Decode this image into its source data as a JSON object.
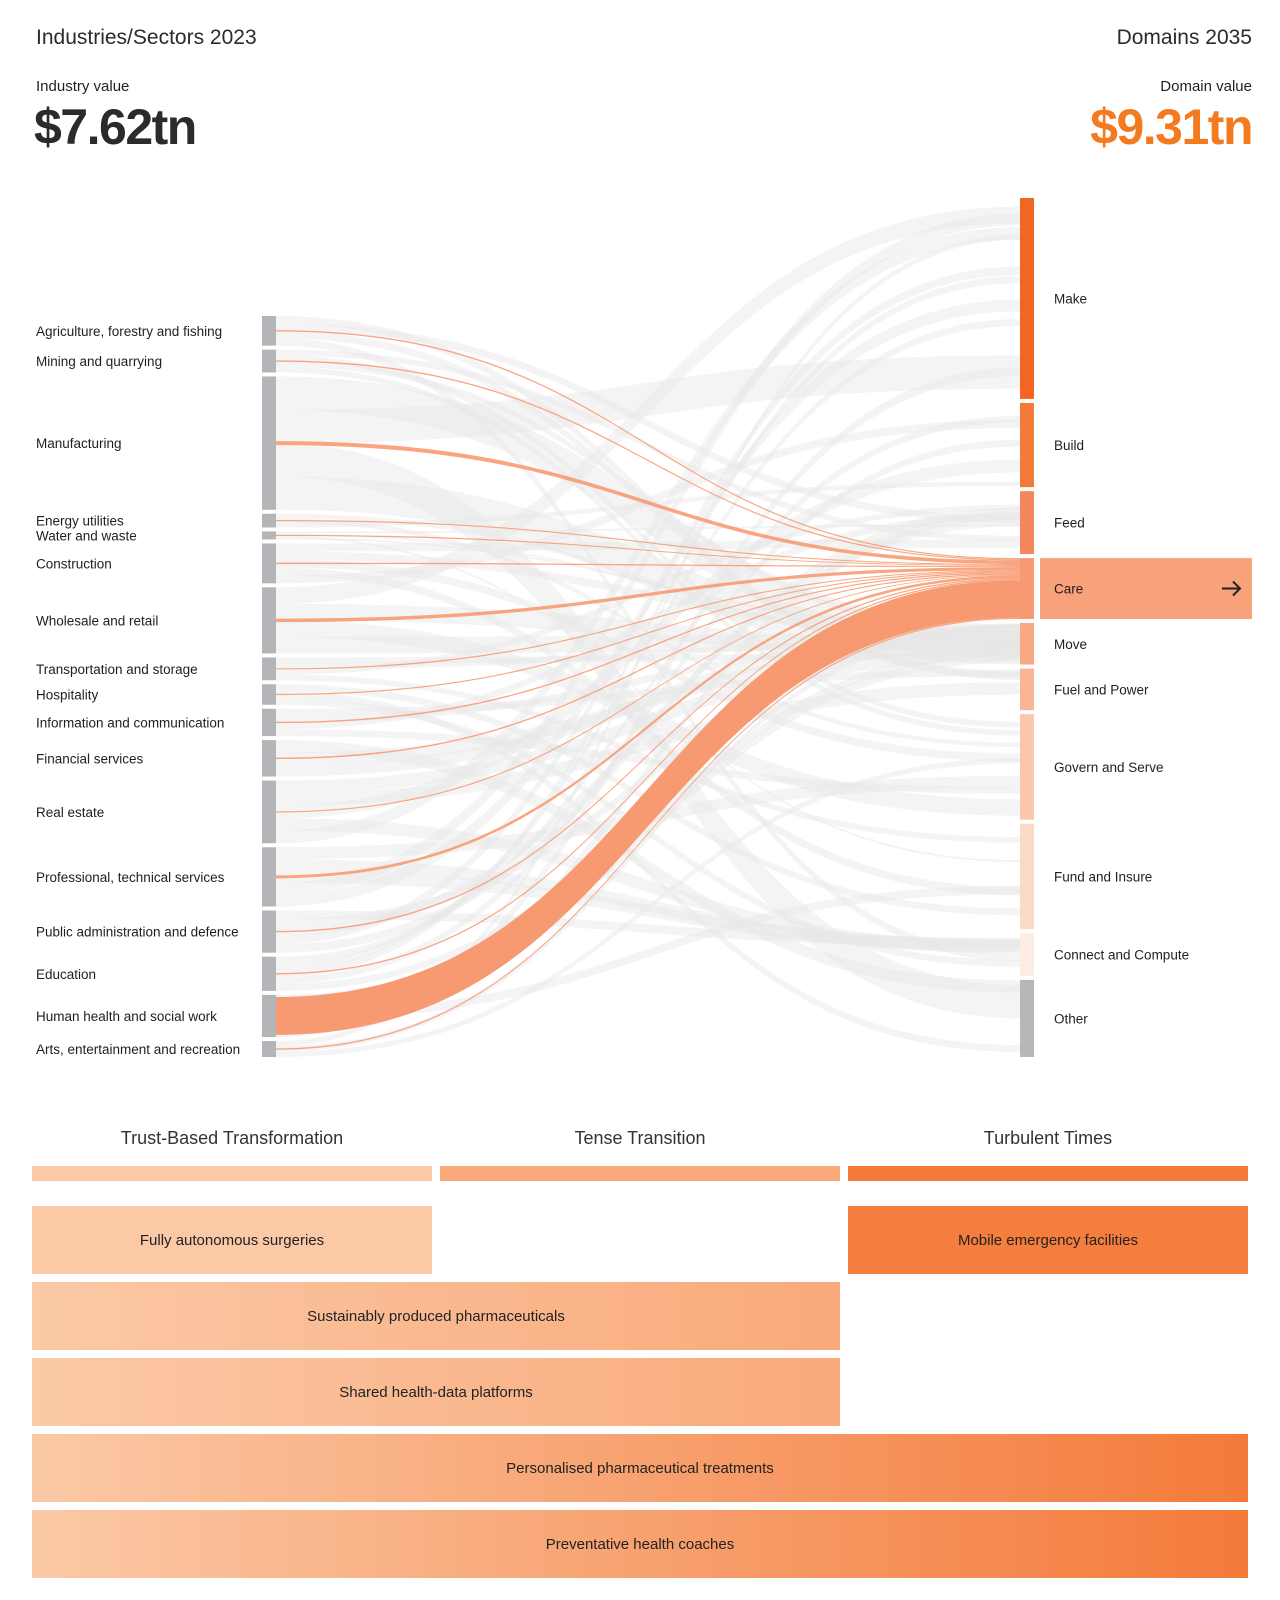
{
  "header": {
    "left_title": "Industries/Sectors 2023",
    "right_title": "Domains 2035",
    "left_value_label": "Industry value",
    "left_value": "$7.62tn",
    "right_value_label": "Domain value",
    "right_value": "$9.31tn"
  },
  "colors": {
    "accent": "#f47a20",
    "link_grey": "#e6e6e6",
    "highlight_link": "#f7956a",
    "source_node": "#b3b5b8"
  },
  "chart_data": {
    "type": "sankey",
    "selected_target": "Care",
    "sources": [
      {
        "label": "Agriculture, forestry and fishing",
        "weight": 0.26
      },
      {
        "label": "Mining and quarrying",
        "weight": 0.2
      },
      {
        "label": "Manufacturing",
        "weight": 1.17
      },
      {
        "label": "Energy utilities",
        "weight": 0.12
      },
      {
        "label": "Water and waste",
        "weight": 0.07
      },
      {
        "label": "Construction",
        "weight": 0.35
      },
      {
        "label": "Wholesale and retail",
        "weight": 0.58
      },
      {
        "label": "Transportation and storage",
        "weight": 0.2
      },
      {
        "label": "Hospitality",
        "weight": 0.18
      },
      {
        "label": "Information and communication",
        "weight": 0.24
      },
      {
        "label": "Financial services",
        "weight": 0.32
      },
      {
        "label": "Real estate",
        "weight": 0.55
      },
      {
        "label": "Professional, technical services",
        "weight": 0.52
      },
      {
        "label": "Public administration and defence",
        "weight": 0.37
      },
      {
        "label": "Education",
        "weight": 0.3
      },
      {
        "label": "Human health and social work",
        "weight": 0.37
      },
      {
        "label": "Arts, entertainment and recreation",
        "weight": 0.14
      }
    ],
    "targets": [
      {
        "label": "Make",
        "weight": 1.98,
        "color": "#f26522"
      },
      {
        "label": "Build",
        "weight": 0.83,
        "color": "#f47a3a"
      },
      {
        "label": "Feed",
        "weight": 0.62,
        "color": "#f5855a"
      },
      {
        "label": "Care",
        "weight": 0.6,
        "color": "#f79a73"
      },
      {
        "label": "Move",
        "weight": 0.41,
        "color": "#f8a883"
      },
      {
        "label": "Fuel and Power",
        "weight": 0.41,
        "color": "#f9b596"
      },
      {
        "label": "Govern and Serve",
        "weight": 1.04,
        "color": "#fac7ad"
      },
      {
        "label": "Fund and Insure",
        "weight": 1.04,
        "color": "#fcdac8"
      },
      {
        "label": "Connect and Compute",
        "weight": 0.42,
        "color": "#fdece2"
      },
      {
        "label": "Other",
        "weight": 0.76,
        "color": "#b6b7b9"
      }
    ],
    "care_flows": [
      0.012,
      0.012,
      0.035,
      0.01,
      0.008,
      0.012,
      0.03,
      0.01,
      0.01,
      0.012,
      0.012,
      0.008,
      0.025,
      0.012,
      0.012,
      0.37,
      0.012
    ]
  },
  "scenarios": [
    {
      "label": "Trust-Based Transformation",
      "color": "#fbc9a6"
    },
    {
      "label": "Tense Transition",
      "color": "#f9a97a"
    },
    {
      "label": "Turbulent Times",
      "color": "#f47a3a"
    }
  ],
  "items": [
    {
      "label": "Fully autonomous surgeries",
      "start": 0,
      "end": 1
    },
    {
      "label": "Mobile emergency facilities",
      "start": 2,
      "end": 3
    },
    {
      "label": "Sustainably produced pharmaceuticals",
      "start": 0,
      "end": 2
    },
    {
      "label": "Shared health-data platforms",
      "start": 0,
      "end": 2
    },
    {
      "label": "Personalised pharmaceutical treatments",
      "start": 0,
      "end": 3
    },
    {
      "label": "Preventative health coaches",
      "start": 0,
      "end": 3
    }
  ]
}
